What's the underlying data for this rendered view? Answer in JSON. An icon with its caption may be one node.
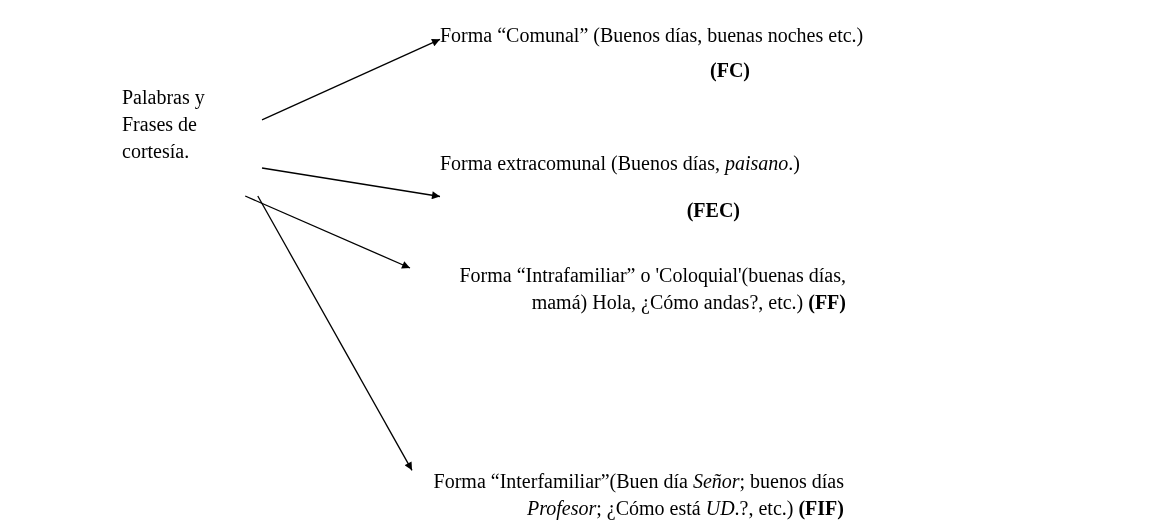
{
  "diagram": {
    "nodes": [
      {
        "text": [
          "Palabras y Frases de cortesía."
        ]
      },
      {
        "text": [
          "Forma “Comunal” (Buenos días, buenas noches etc.)",
          "(FC)"
        ]
      },
      {
        "text": [
          "Forma extracomunal (Buenos días, *paisano*.)",
          "(FEC)"
        ]
      },
      {
        "text": [
          "Forma “Intrafamiliar” o 'Coloquial'(buenas días, mamá) Hola, ¿Cómo andas?, etc.) **(FF)**"
        ]
      },
      {
        "text": [
          "Forma “Interfamiliar”(Buen día *Señor*; buenos días *Profesor*; ¿Cómo está *UD*.?, etc.) **(FIF)**"
        ]
      }
    ],
    "edges": [
      {
        "from": 0,
        "to": 1,
        "arrow": "to"
      },
      {
        "from": 0,
        "to": 2,
        "arrow": "to"
      },
      {
        "from": 0,
        "to": 3,
        "arrow": "to"
      },
      {
        "from": 0,
        "to": 4,
        "arrow": "to"
      }
    ]
  }
}
